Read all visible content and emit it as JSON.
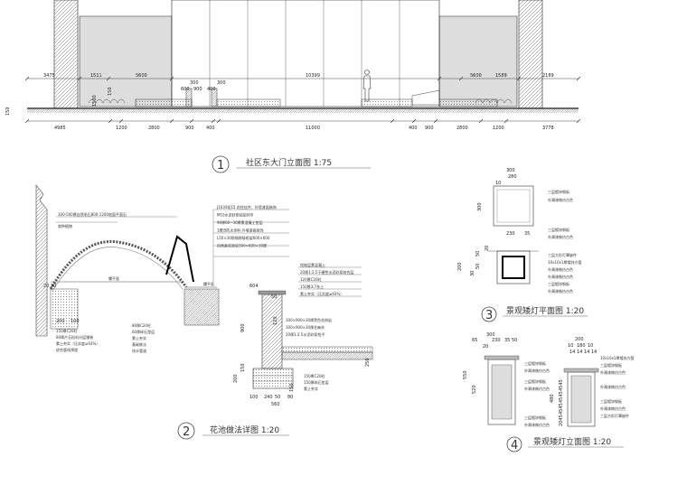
{
  "elevation": {
    "title": "社区东大门立面图 1:75",
    "number": "1",
    "top_dims": [
      "3475",
      "1511",
      "5600",
      "10399",
      "5600",
      "1589",
      "2189"
    ],
    "bottom_dims": [
      "4985",
      "1200",
      "2800",
      "900",
      "400",
      "11000",
      "400",
      "900",
      "2800",
      "1200",
      "3778"
    ],
    "small_labels": [
      "300",
      "600",
      "900",
      "400",
      "300",
      "150",
      "1500",
      "150"
    ]
  },
  "flowerbed": {
    "title": "花池做法详图 1:20",
    "number": "2",
    "labels": {
      "water_level_left": "擱平面",
      "water_level_right": "擱平面",
      "stone_note": "300-500厚自然毛石800-1200地面平面石",
      "soil_note": "栽种植物"
    },
    "bottom_dims": [
      "100",
      "240",
      "50",
      "80",
      "560"
    ],
    "left_dims": [
      "200",
      "100",
      "20",
      "20"
    ],
    "right_dims": [
      "604",
      "50",
      "900",
      "150",
      "200",
      "120",
      "250",
      "150"
    ],
    "notes_right_top": [
      "J1030扣15 花柱挂件、外墙漆面装饰",
      "M10水泥砂浆粘贴600",
      "90厚60~30厚素混凝土垫层",
      "1厚JS防水涂料 外墙漆面装饰",
      "L50×30角钢焊接框架600×600",
      "自然面花岗岩300×600×30厚"
    ],
    "notes_mid": [
      "找坡层素混凝土",
      "20厚1:2.5干硬性水泥砂浆结合层",
      "120厚C20砼",
      "150厚3:7灰土",
      "素土夯实（压实度≥93%）"
    ],
    "notes_right_low": [
      "300×900×30厚黑色花岗岩",
      "300×900×30厚芝麻灰",
      "20厚1:2.5水泥砂浆找平"
    ],
    "notes_left_low": [
      "150厚C20砼",
      "80厚片石粒料分层铺装",
      "素土夯实（压实度≥93%）",
      "综合管线预埋"
    ],
    "notes_center_low": [
      "80厚C20砼",
      "60厚碎石垫层",
      "素土夯实",
      "基础做法",
      "排水管道"
    ],
    "notes_base": [
      "150厚C20砼",
      "150厚碎石垫层",
      "素土夯实"
    ]
  },
  "lamp_plan": {
    "title": "景观矮灯平面图 1:20",
    "number": "3",
    "top_dims": [
      "300",
      "280",
      "10"
    ],
    "mid_dims": [
      "230",
      "35"
    ],
    "left_dims": [
      "300",
      "200",
      "30",
      "50",
      "50",
      "20"
    ],
    "notes": [
      "三层镀锌钢板",
      "外涮漆做仿古色",
      "三层镀锌钢板",
      "外涮漆做仿古色",
      "三层方形灯罩嵌件",
      "10x10x1厚镀锌方管",
      "外涮漆做仿古色",
      "外涮漆做仿古色",
      "三层镀锌钢板",
      "外涮漆做仿古色"
    ]
  },
  "lamp_elevation": {
    "title": "景观矮灯立面图 1:20",
    "number": "4",
    "top_dims_left": [
      "300",
      "65",
      "230",
      "35",
      "50",
      "20"
    ],
    "left_dims": [
      "550",
      "520"
    ],
    "notes_left": [
      "三层镀锌钢板",
      "外涮漆做仿古色",
      "三层镀锌钢板",
      "外涮漆做仿古色",
      "三层镀锌钢板",
      "外涮漆做仿古色"
    ],
    "top_dims_right": [
      "200",
      "10",
      "180",
      "10",
      "14 14 14 14"
    ],
    "right_left_dims": [
      "480",
      "45",
      "45",
      "45",
      "45",
      "45",
      "45",
      "45",
      "20"
    ],
    "notes_right": [
      "10x10x1厚镀锌方管",
      "三层镀锌钢板",
      "外涮漆做仿古色",
      "外涮漆做仿古色",
      "三层镀锌钢板",
      "外涮漆做仿古色",
      "三层方形灯罩嵌件"
    ]
  }
}
